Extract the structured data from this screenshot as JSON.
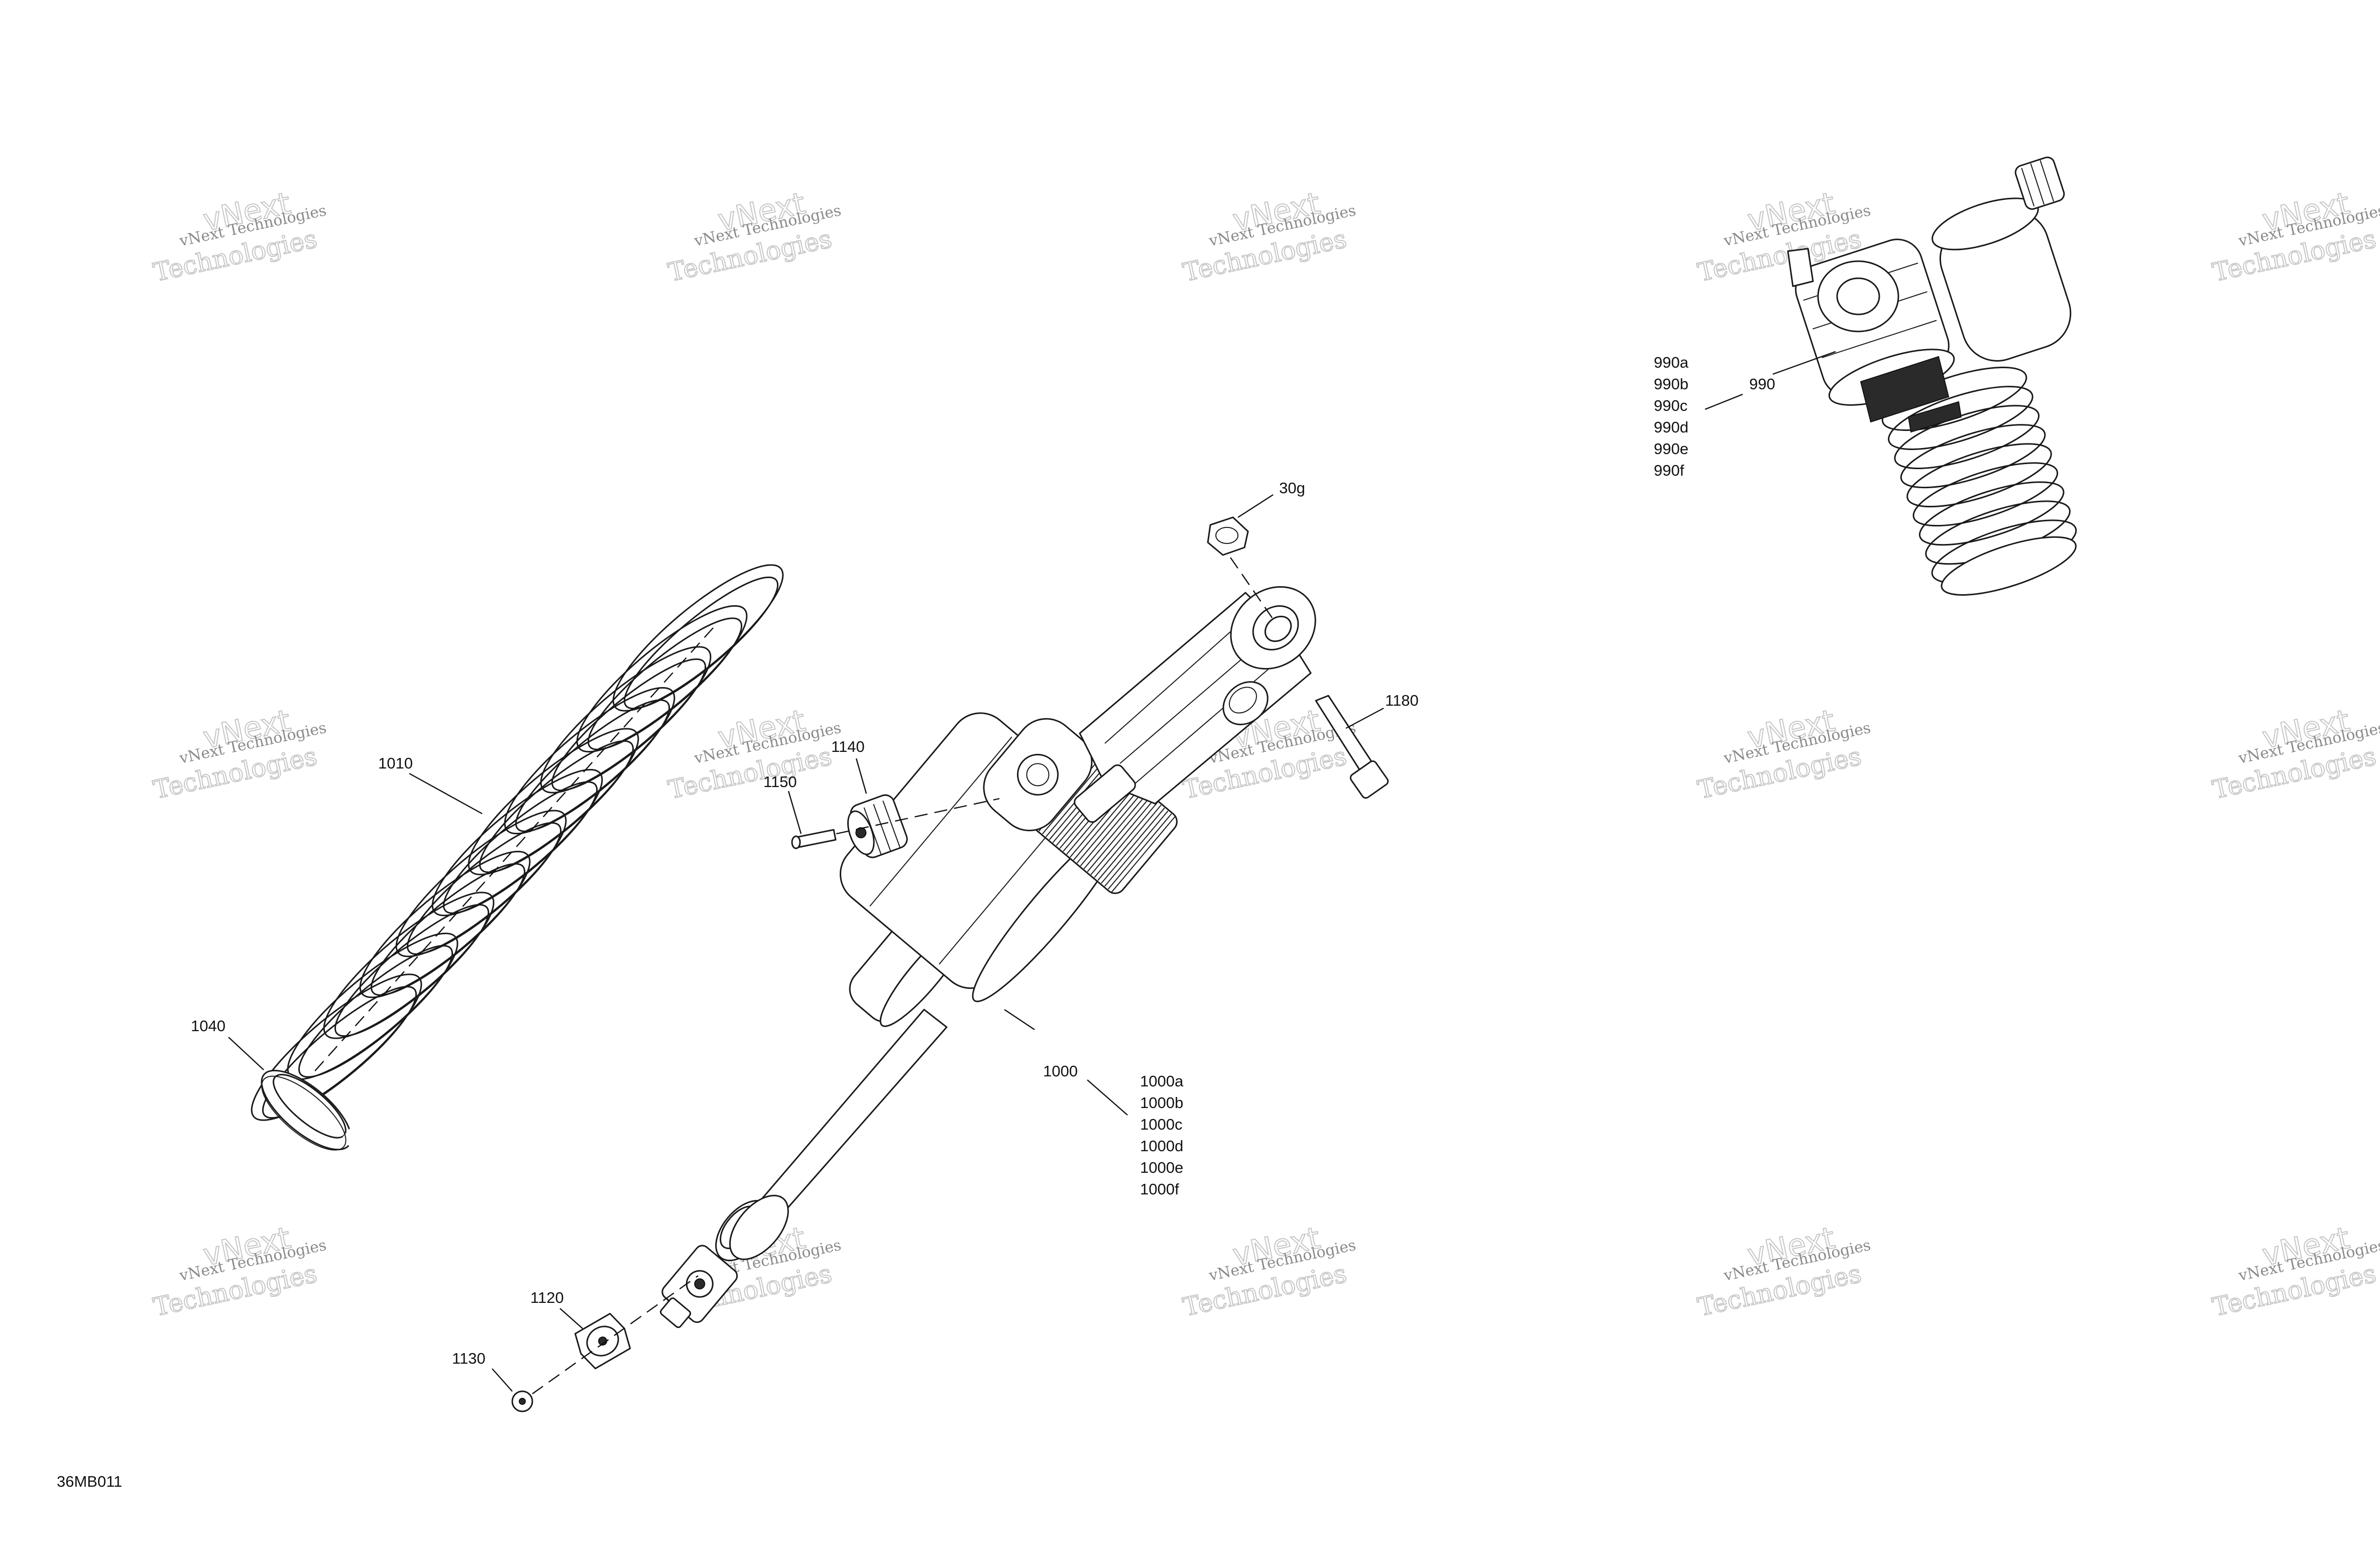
{
  "diagram_code": "36MB011",
  "watermark": {
    "line1": "vNext Technologies",
    "line2": "vNext",
    "line3": "Technologies"
  },
  "callouts": {
    "p30g": "30g",
    "p1180": "1180",
    "p1140": "1140",
    "p1150": "1150",
    "p1010": "1010",
    "p1040": "1040",
    "p1000": "1000",
    "p1120": "1120",
    "p1130": "1130",
    "p990": "990"
  },
  "variant_groups": {
    "shock_990": [
      "990a",
      "990b",
      "990c",
      "990d",
      "990e",
      "990f"
    ],
    "shock_1000": [
      "1000a",
      "1000b",
      "1000c",
      "1000d",
      "1000e",
      "1000f"
    ]
  }
}
